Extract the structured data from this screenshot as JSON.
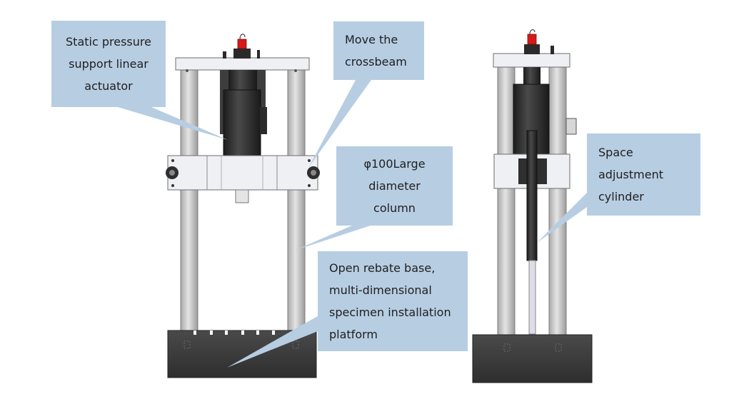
{
  "callouts": {
    "actuator": {
      "lines": [
        "Static pressure",
        "support linear",
        "actuator"
      ]
    },
    "crossbeam": {
      "lines": [
        "Move the",
        "crossbeam"
      ]
    },
    "column": {
      "lines": [
        "φ100Large",
        "diameter",
        "column"
      ]
    },
    "base": {
      "lines": [
        "Open rebate base,",
        "multi-dimensional",
        "specimen installation",
        "platform"
      ]
    },
    "space": {
      "lines": [
        "Space",
        "adjustment",
        "cylinder"
      ]
    }
  },
  "colors": {
    "callout_fill": "#b7cde2",
    "frame_plate": "#e9ecf0",
    "column_metal": "#c9c9c9",
    "cylinder_dark": "#2c2c2c",
    "base_dark": "#3a3a3a",
    "valve_red": "#d81919"
  }
}
